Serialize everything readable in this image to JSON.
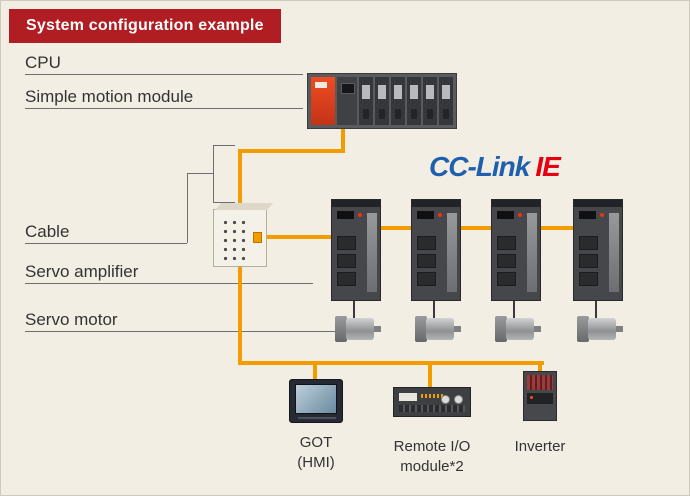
{
  "title": "System configuration example",
  "left_labels": {
    "cpu": "CPU",
    "simple_motion_module": "Simple motion module",
    "cable": "Cable",
    "servo_amplifier": "Servo amplifier",
    "servo_motor": "Servo motor"
  },
  "logo": {
    "cclink": "CC-Link",
    "ie": "IE"
  },
  "devices": {
    "got_line1": "GOT",
    "got_line2": "(HMI)",
    "remote_io_line1": "Remote I/O",
    "remote_io_line2": "module*2",
    "inverter": "Inverter"
  },
  "colors": {
    "background": "#f3eee4",
    "title_background": "#b01e23",
    "network_line": "#f29c00",
    "logo_blue": "#1e5fae",
    "logo_red": "#e60012"
  }
}
